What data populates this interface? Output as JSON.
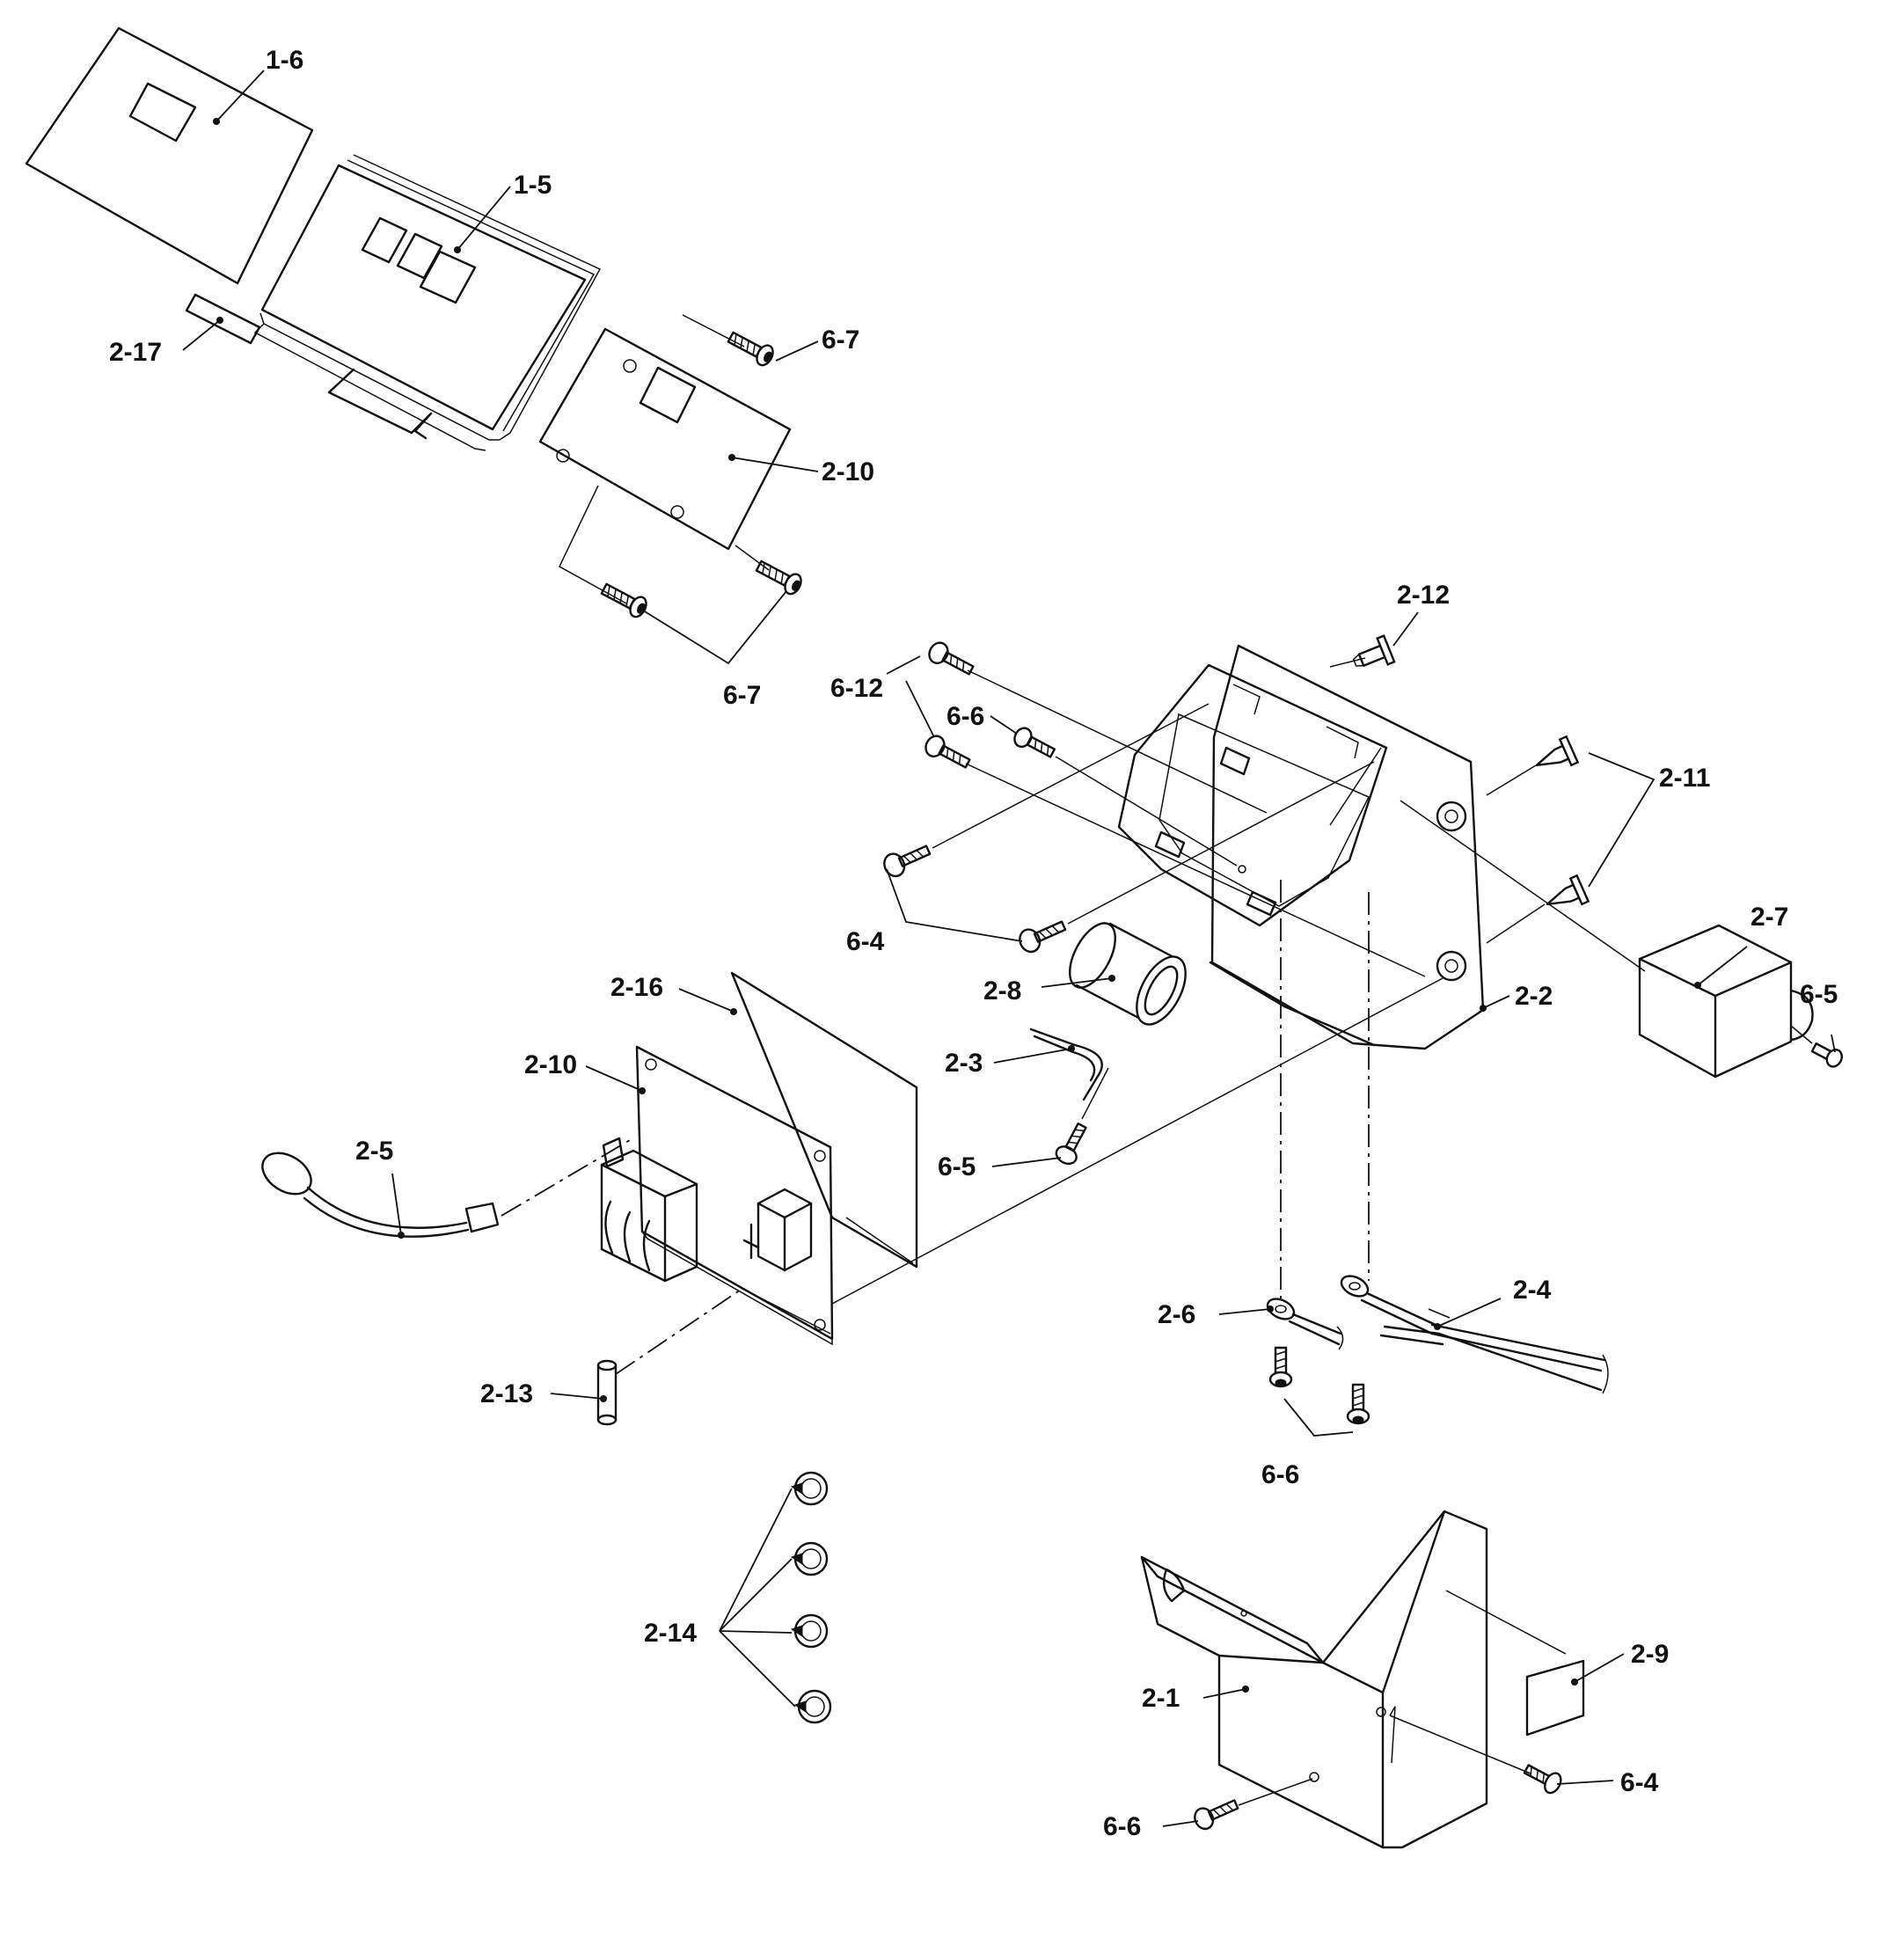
{
  "diagram": {
    "labels": {
      "p1_6": "1-6",
      "p1_5": "1-5",
      "p2_17": "2-17",
      "p6_7_top": "6-7",
      "p2_10_top": "2-10",
      "p6_7_bottom": "6-7",
      "p2_12": "2-12",
      "p6_12": "6-12",
      "p6_6_top": "6-6",
      "p2_11": "2-11",
      "p6_4_top": "6-4",
      "p2_7": "2-7",
      "p2_8": "2-8",
      "p2_16": "2-16",
      "p2_2": "2-2",
      "p6_5_right": "6-5",
      "p2_10": "2-10",
      "p2_3": "2-3",
      "p2_5": "2-5",
      "p6_5": "6-5",
      "p2_4": "2-4",
      "p2_6": "2-6",
      "p2_13": "2-13",
      "p6_6_mid": "6-6",
      "p2_14": "2-14",
      "p2_9": "2-9",
      "p2_1": "2-1",
      "p6_4_bottom": "6-4",
      "p6_6_bottom": "6-6"
    }
  }
}
